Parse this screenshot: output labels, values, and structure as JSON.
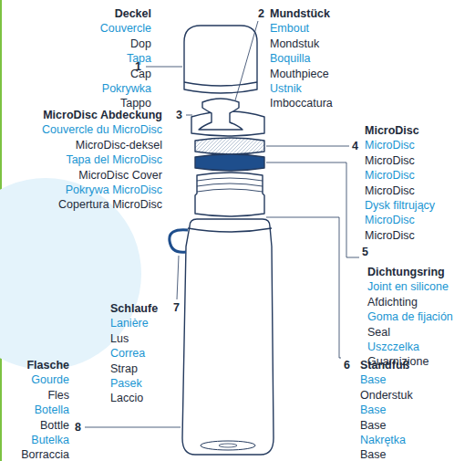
{
  "diagram": {
    "labels": [
      "Deckel",
      "Couvercle",
      "Dop",
      "Tapa",
      "Cap",
      "Pokrywka",
      "Tappo",
      "1",
      "2",
      "Mundstück",
      "Embout",
      "Mondstuk",
      "Boquilla",
      "Mouthpiece",
      "Ustnik",
      "Imboccatura",
      "MicroDisc Abdeckung",
      "Couvercle du MicroDisc",
      "MicroDisc-deksel",
      "Tapa del MicroDisc",
      "MicroDisc Cover",
      "Pokrywa MicroDisc",
      "Copertura MicroDisc",
      "3",
      "4",
      "MicroDisc",
      "MicroDisc",
      "MicroDisc",
      "MicroDisc",
      "MicroDisc",
      "Dysk filtrujący",
      "MicroDisc",
      "MicroDisc",
      "5",
      "Dichtungsring",
      "Joint en silicone",
      "Afdichting",
      "Goma de fijación",
      "Seal",
      "Uszczelka",
      "Guarnizione",
      "6",
      "Standfuß",
      "Base",
      "Onderstuk",
      "Base",
      "Base",
      "Nakrętka",
      "Base",
      "7",
      "Schlaufe",
      "Lanière",
      "Lus",
      "Correa",
      "Strap",
      "Pasek",
      "Laccio",
      "8",
      "Flasche",
      "Gourde",
      "Fles",
      "Botella",
      "Bottle",
      "Butelka",
      "Borraccia"
    ]
  }
}
